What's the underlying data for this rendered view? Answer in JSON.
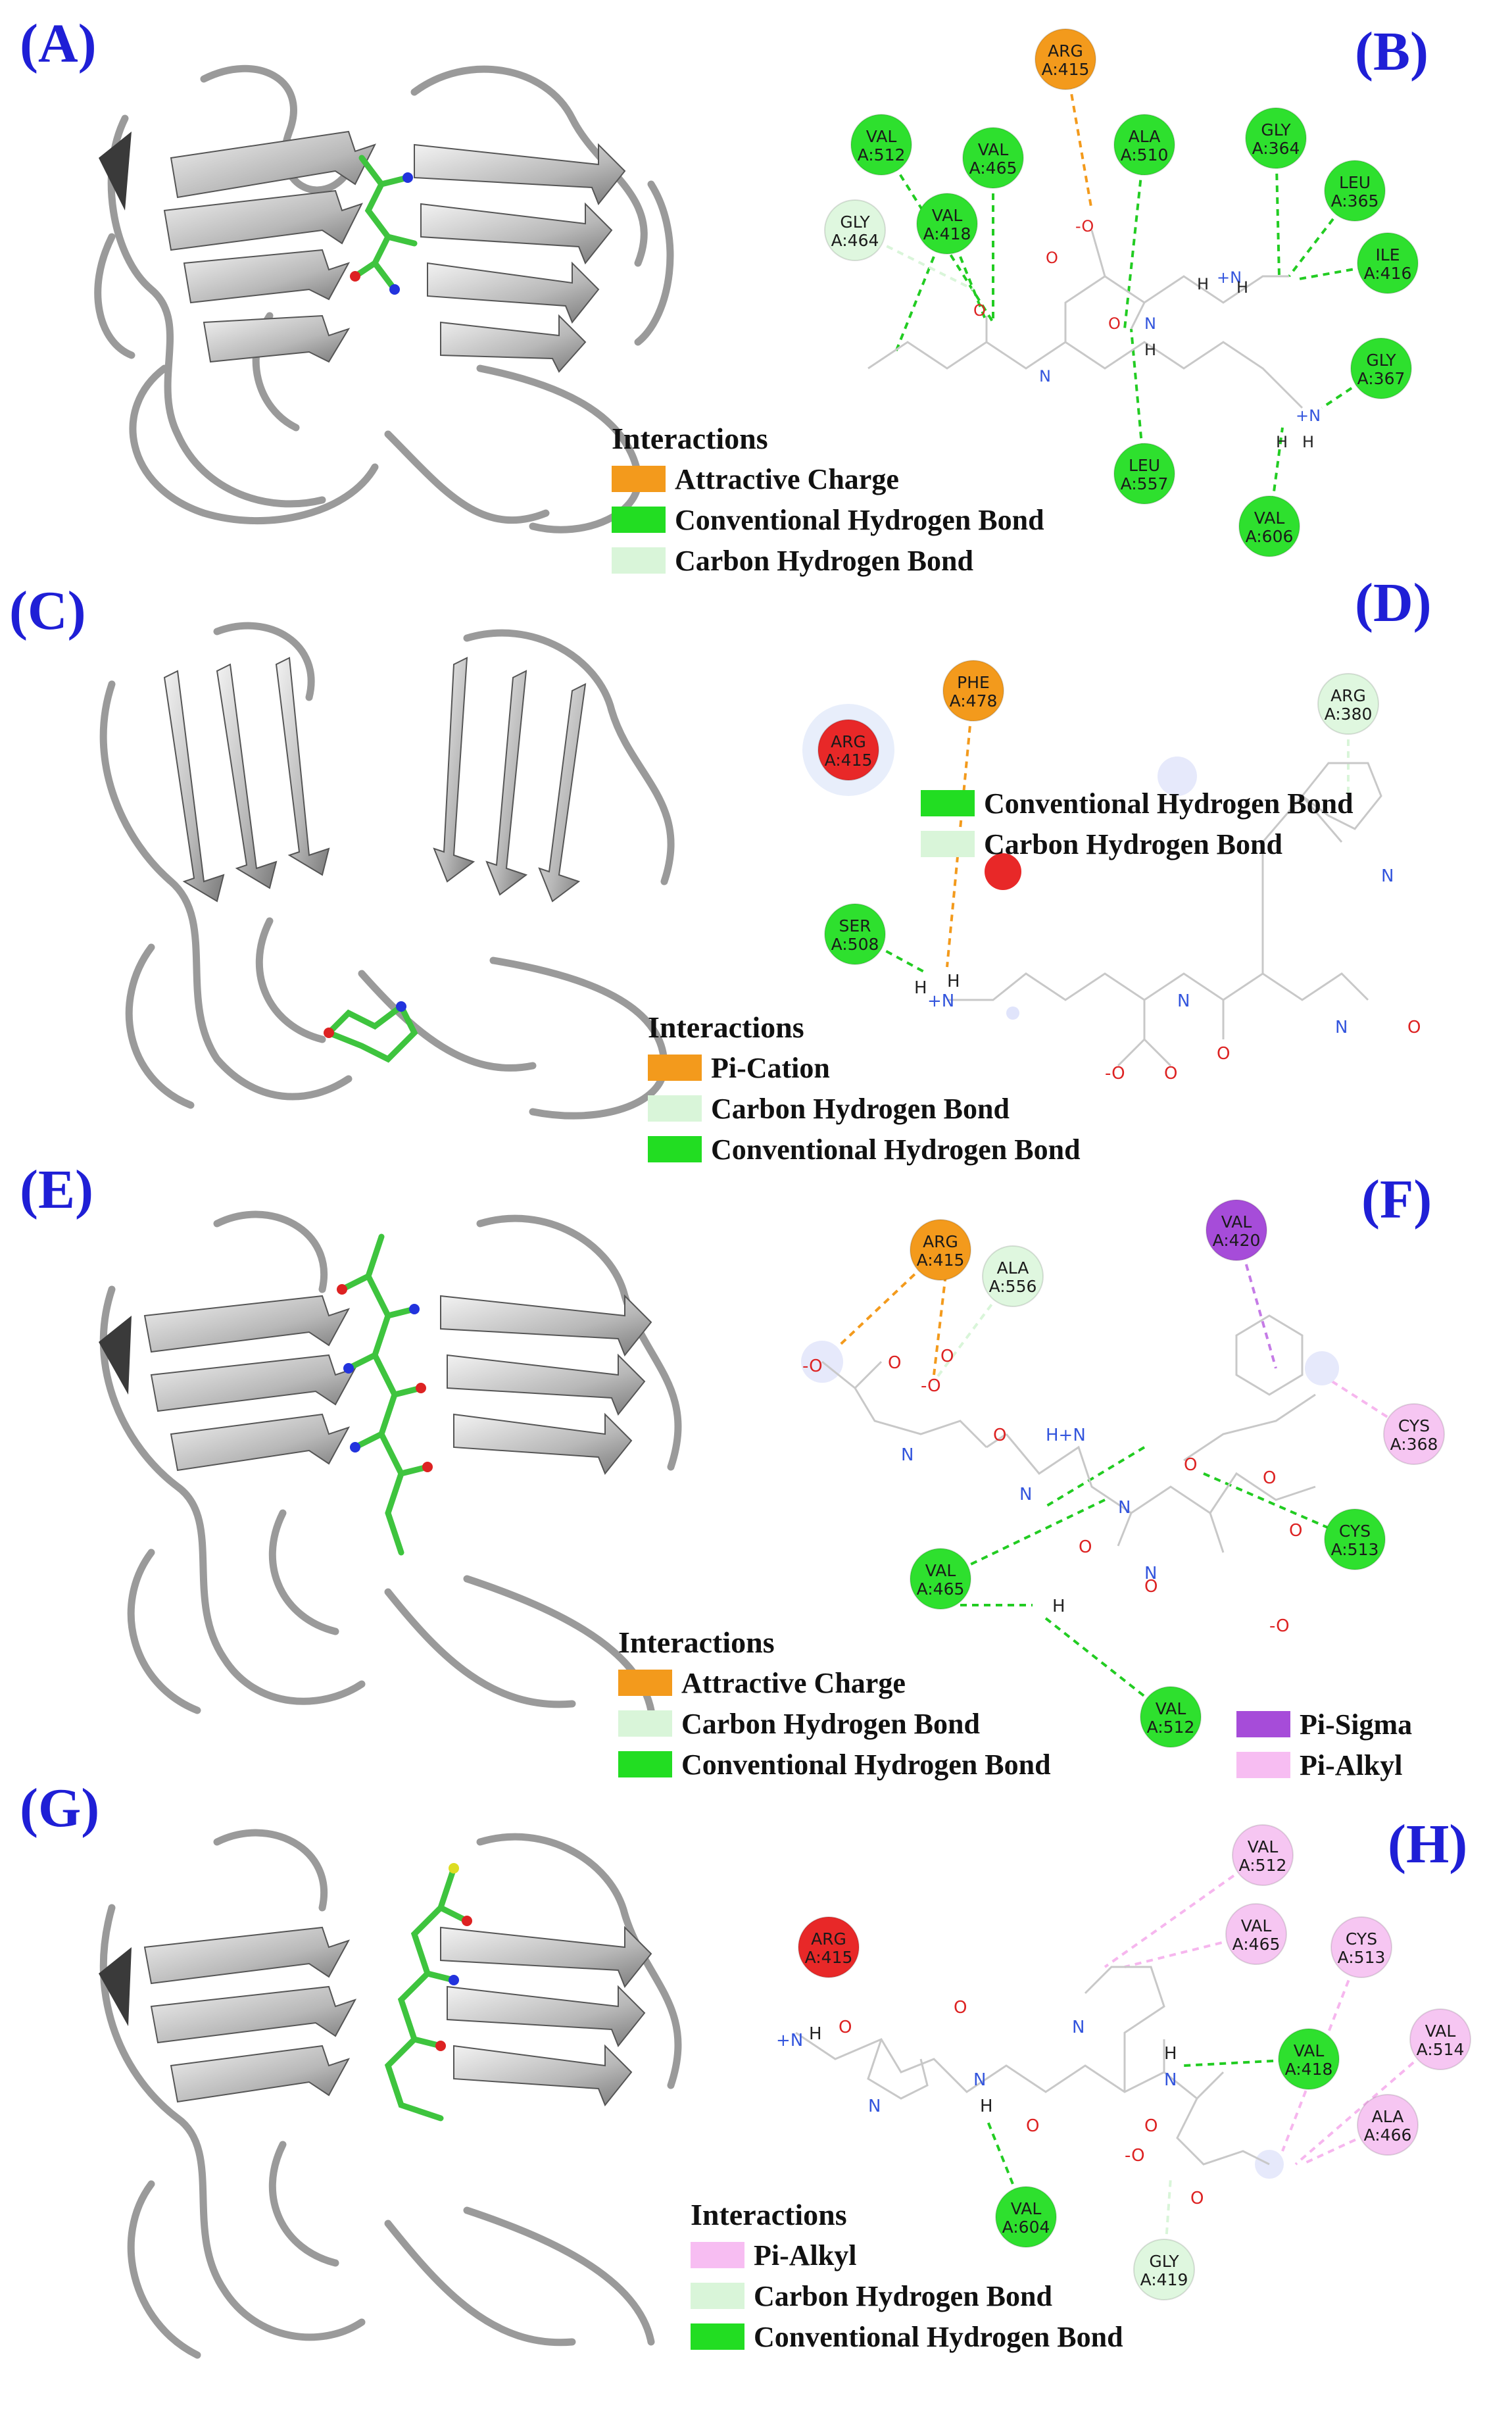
{
  "panels": {
    "A": "(A)",
    "B": "(B)",
    "C": "(C)",
    "D": "(D)",
    "E": "(E)",
    "F": "(F)",
    "G": "(G)",
    "H": "(H)"
  },
  "legend_colors": {
    "attractive_charge": "#f39a1c",
    "conventional_hbond": "#22dd22",
    "carbon_hbond": "#d9f5d9",
    "pi_cation": "#f39a1c",
    "pi_sigma": "#a64cd9",
    "pi_alkyl": "#f7bdf2"
  },
  "legend_B": {
    "title": "Interactions",
    "items": [
      "Attractive Charge",
      "Conventional Hydrogen Bond",
      "Carbon Hydrogen Bond"
    ]
  },
  "legend_D": {
    "title": "Interactions",
    "items": [
      "Pi-Cation",
      "Carbon Hydrogen Bond",
      "Conventional Hydrogen Bond"
    ],
    "inline_items": [
      "Conventional Hydrogen Bond",
      "Carbon Hydrogen Bond"
    ]
  },
  "legend_F": {
    "title": "Interactions",
    "items": [
      "Attractive Charge",
      "Carbon Hydrogen Bond",
      "Conventional Hydrogen Bond"
    ],
    "extra_items": [
      "Pi-Sigma",
      "Pi-Alkyl"
    ]
  },
  "legend_H": {
    "title": "Interactions",
    "items": [
      "Pi-Alkyl",
      "Carbon Hydrogen Bond",
      "Conventional Hydrogen Bond"
    ]
  },
  "residues": {
    "B": [
      {
        "name": "ARG",
        "id": "A:415",
        "type": "charge"
      },
      {
        "name": "VAL",
        "id": "A:512",
        "type": "hbond"
      },
      {
        "name": "VAL",
        "id": "A:465",
        "type": "hbond"
      },
      {
        "name": "ALA",
        "id": "A:510",
        "type": "hbond"
      },
      {
        "name": "GLY",
        "id": "A:364",
        "type": "hbond"
      },
      {
        "name": "LEU",
        "id": "A:365",
        "type": "hbond"
      },
      {
        "name": "GLY",
        "id": "A:464",
        "type": "chbond"
      },
      {
        "name": "VAL",
        "id": "A:418",
        "type": "hbond"
      },
      {
        "name": "ILE",
        "id": "A:416",
        "type": "hbond"
      },
      {
        "name": "GLY",
        "id": "A:367",
        "type": "hbond"
      },
      {
        "name": "LEU",
        "id": "A:557",
        "type": "hbond"
      },
      {
        "name": "VAL",
        "id": "A:606",
        "type": "hbond"
      }
    ],
    "D": [
      {
        "name": "PHE",
        "id": "A:478",
        "type": "charge"
      },
      {
        "name": "ARG",
        "id": "A:380",
        "type": "chbond"
      },
      {
        "name": "ARG",
        "id": "A:415",
        "type": "unfav"
      },
      {
        "name": "SER",
        "id": "A:508",
        "type": "hbond"
      }
    ],
    "F": [
      {
        "name": "ARG",
        "id": "A:415",
        "type": "charge"
      },
      {
        "name": "ALA",
        "id": "A:556",
        "type": "chbond"
      },
      {
        "name": "VAL",
        "id": "A:420",
        "type": "pisigma"
      },
      {
        "name": "CYS",
        "id": "A:368",
        "type": "pialkyl"
      },
      {
        "name": "CYS",
        "id": "A:513",
        "type": "hbond"
      },
      {
        "name": "VAL",
        "id": "A:465",
        "type": "hbond"
      },
      {
        "name": "VAL",
        "id": "A:512",
        "type": "hbond"
      }
    ],
    "H": [
      {
        "name": "ARG",
        "id": "A:415",
        "type": "unfav"
      },
      {
        "name": "VAL",
        "id": "A:512",
        "type": "pialkyl"
      },
      {
        "name": "VAL",
        "id": "A:465",
        "type": "pialkyl"
      },
      {
        "name": "CYS",
        "id": "A:513",
        "type": "pialkyl"
      },
      {
        "name": "VAL",
        "id": "A:418",
        "type": "hbond"
      },
      {
        "name": "VAL",
        "id": "A:514",
        "type": "pialkyl"
      },
      {
        "name": "ALA",
        "id": "A:466",
        "type": "pialkyl"
      },
      {
        "name": "VAL",
        "id": "A:604",
        "type": "hbond"
      },
      {
        "name": "GLY",
        "id": "A:419",
        "type": "chbond"
      }
    ]
  },
  "residue_colors": {
    "charge": "#f39a1c",
    "hbond": "#2ee02e",
    "chbond": "#dff7df",
    "unfav": "#e82828",
    "pisigma": "#a64cd9",
    "pialkyl": "#f6c6f2"
  },
  "atom_labels": {
    "O": "O",
    "N": "N",
    "H": "H",
    "Ominus": "-O",
    "NHplus": "+N",
    "NH": "NH",
    "HN": "H+N"
  }
}
